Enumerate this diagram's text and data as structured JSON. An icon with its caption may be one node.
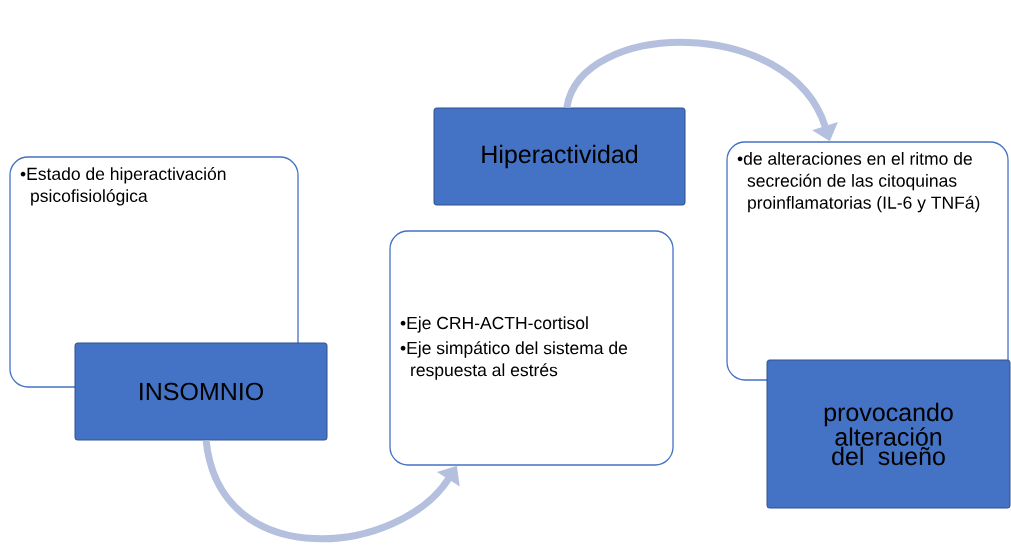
{
  "diagram": {
    "nodes": [
      {
        "text": [
          "•Estado de hiperactivación psicofisiológica"
        ]
      },
      {
        "text": [
          "INSOMNIO"
        ]
      },
      {
        "text": [
          "Hiperactividad"
        ]
      },
      {
        "text": [
          "•Eje CRH-ACTH-cortisol",
          "•Eje simpático del sistema de respuesta al estrés"
        ]
      },
      {
        "text": [
          "•de alteraciones en el ritmo de secreción de las citoquinas proinflamatorias (IL-6 y TNFá)"
        ]
      },
      {
        "text": [
          "provocando alteración del sueño"
        ]
      }
    ],
    "edges": [
      {
        "from": 1,
        "to": 3,
        "arrow": "to"
      },
      {
        "from": 2,
        "to": 4,
        "arrow": "to"
      }
    ]
  }
}
